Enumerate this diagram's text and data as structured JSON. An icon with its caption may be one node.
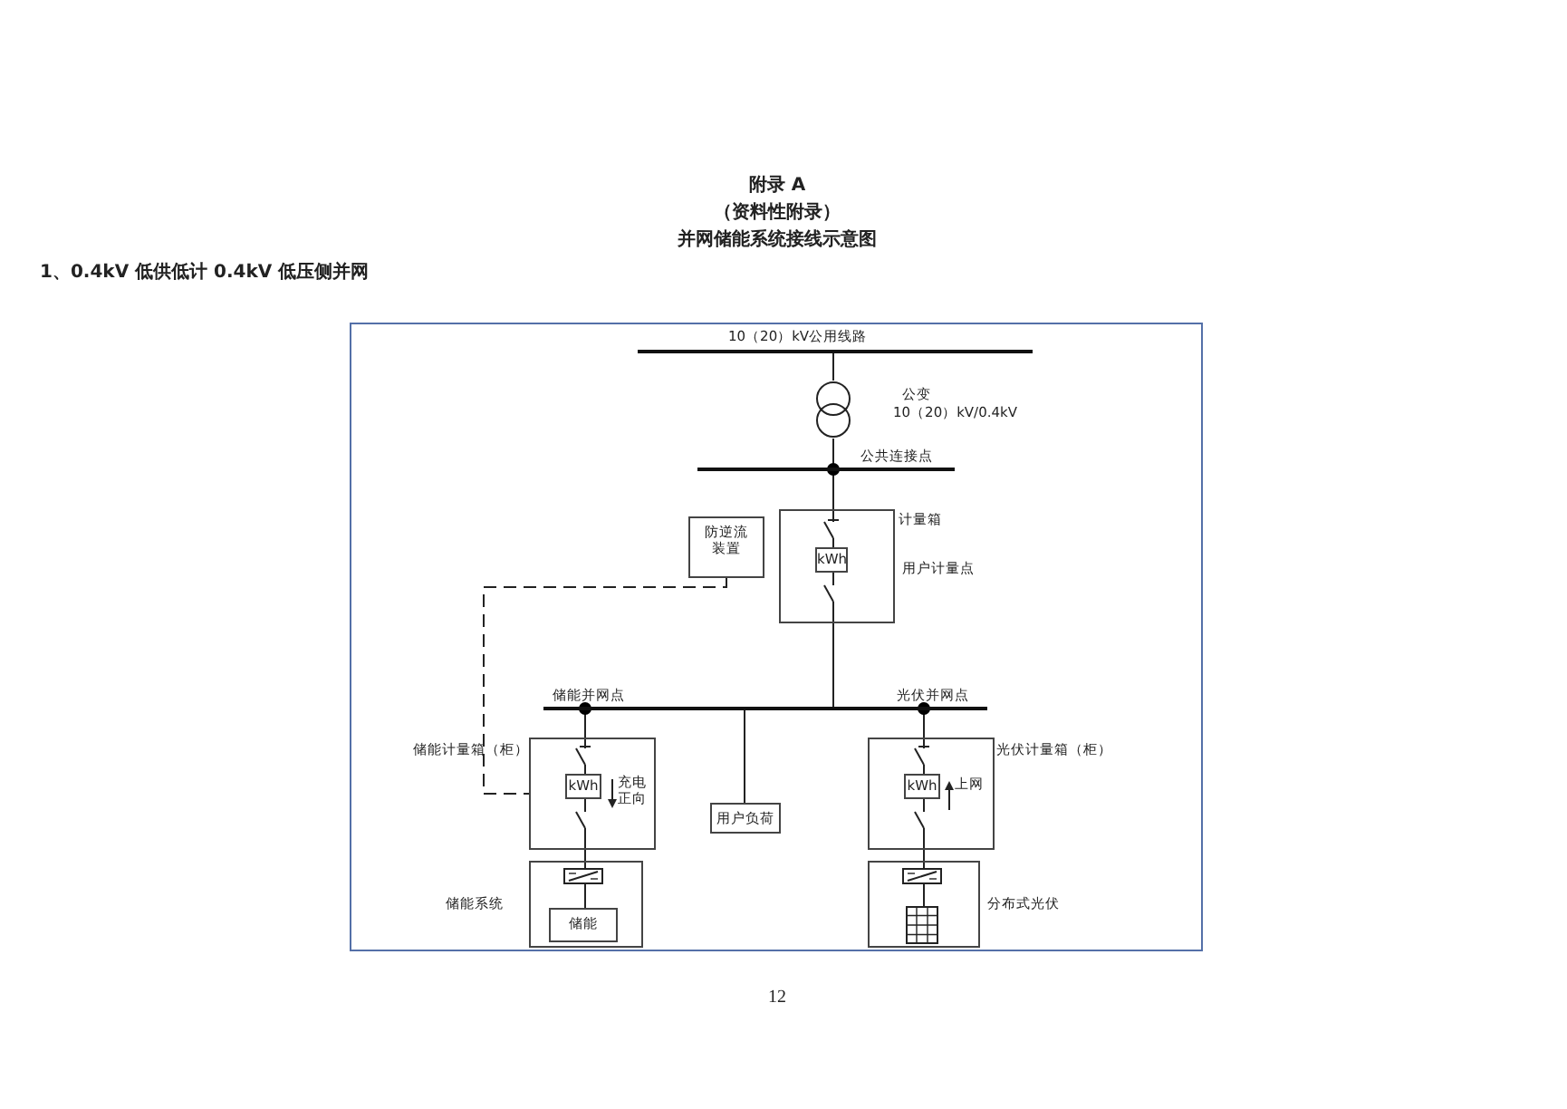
{
  "diagram": {
    "title": "并网储能系统接线示意图",
    "nodes": [
      {
        "text": [
          "10（20）kV公用线路"
        ]
      },
      {
        "text": [],
        "shape": "circle",
        "beside": [
          "公变",
          "10（20）kV/0.4kV"
        ]
      },
      {
        "text": [
          "公共连接点"
        ]
      },
      {
        "text": [
          "计量箱"
        ],
        "beside": [
          "用户计量点"
        ]
      },
      {
        "text": [
          "kWh"
        ],
        "in": 3
      },
      {
        "text": [
          "防逆流装置"
        ]
      },
      {
        "text": [
          "储能并网点",
          "光伏并网点"
        ]
      },
      {
        "text": [
          "储能计量箱（柜）"
        ]
      },
      {
        "text": [
          "kWh"
        ],
        "in": 7,
        "beside": [
          "充电正向"
        ]
      },
      {
        "text": [
          "用户负荷"
        ]
      },
      {
        "text": [
          "光伏计量箱（柜）"
        ]
      },
      {
        "text": [
          "kWh"
        ],
        "in": 10,
        "beside": [
          "上网"
        ]
      },
      {
        "text": [
          "储能系统"
        ]
      },
      {
        "text": [],
        "shape": "box",
        "in": 12
      },
      {
        "text": [
          "储能"
        ],
        "in": 12
      },
      {
        "text": [
          "分布式光伏"
        ]
      },
      {
        "text": [],
        "shape": "box",
        "in": 15
      },
      {
        "text": [],
        "shape": "picture",
        "in": 15
      }
    ],
    "edges": [
      {
        "from": 0,
        "to": 1,
        "arrow": "none"
      },
      {
        "from": 1,
        "to": 2,
        "arrow": "none"
      },
      {
        "from": 2,
        "to": 4,
        "arrow": "none"
      },
      {
        "from": 4,
        "to": 6,
        "arrow": "none"
      },
      {
        "from": 5,
        "to": 7,
        "arrow": "none",
        "style": "dashed"
      },
      {
        "from": 6,
        "to": 8,
        "arrow": "none"
      },
      {
        "from": 6,
        "to": 9,
        "arrow": "none"
      },
      {
        "from": 6,
        "to": 11,
        "arrow": "none"
      },
      {
        "from": 8,
        "to": 13,
        "arrow": "none"
      },
      {
        "from": 11,
        "to": 16,
        "arrow": "none"
      },
      {
        "from": 13,
        "to": 14,
        "arrow": "none"
      },
      {
        "from": 16,
        "to": 17,
        "arrow": "none"
      }
    ],
    "labels": [
      "附录 A",
      "（资料性附录）",
      "1、0.4kV 低供低计 0.4kV 低压侧并网",
      "12"
    ]
  }
}
